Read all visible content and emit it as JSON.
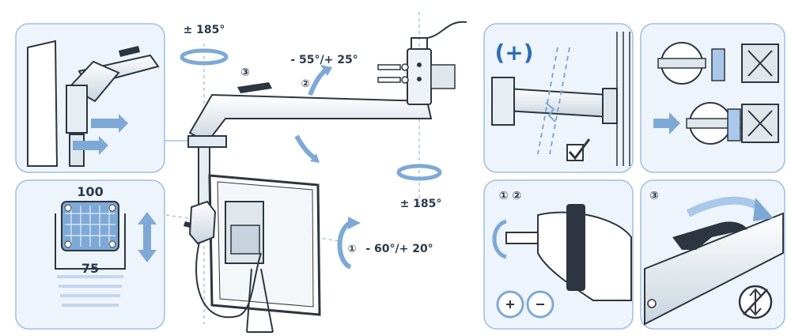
{
  "diagram": {
    "rotation_top_left": "± 185°",
    "step_circle_3_main": "③",
    "tilt_arm": "- 55°/+ 25°",
    "step_circle_2": "②",
    "rotation_right": "± 185°",
    "step_circle_1": "①",
    "tilt_monitor": "- 60°/+ 20°",
    "vesa_width": "100",
    "vesa_height": "75",
    "plus_sign": "(+)",
    "steps_1_2": "① ②",
    "step_3_panel": "③"
  },
  "colors": {
    "accent": "#7ea9d6",
    "panel_bg": "#eef4fb",
    "line": "#2d3640",
    "light_blue": "#a9c8ea"
  }
}
